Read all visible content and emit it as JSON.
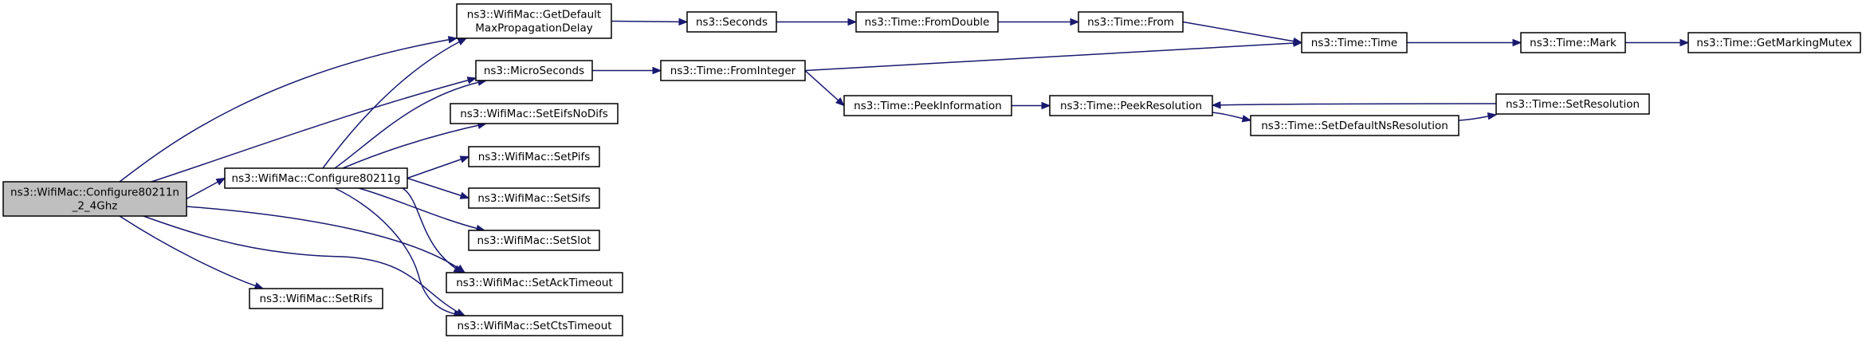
{
  "nodes": [
    {
      "id": "n_cfg11n",
      "lines": [
        "ns3::WifiMac::Configure80211n",
        "_2_4Ghz"
      ],
      "root": true
    },
    {
      "id": "n_cfg11g",
      "lines": [
        "ns3::WifiMac::Configure80211g"
      ]
    },
    {
      "id": "n_setrifs",
      "lines": [
        "ns3::WifiMac::SetRifs"
      ]
    },
    {
      "id": "n_getdef",
      "lines": [
        "ns3::WifiMac::GetDefault",
        "MaxPropagationDelay"
      ]
    },
    {
      "id": "n_micro",
      "lines": [
        "ns3::MicroSeconds"
      ]
    },
    {
      "id": "n_eifs",
      "lines": [
        "ns3::WifiMac::SetEifsNoDifs"
      ]
    },
    {
      "id": "n_pifs",
      "lines": [
        "ns3::WifiMac::SetPifs"
      ]
    },
    {
      "id": "n_sifs",
      "lines": [
        "ns3::WifiMac::SetSifs"
      ]
    },
    {
      "id": "n_slot",
      "lines": [
        "ns3::WifiMac::SetSlot"
      ]
    },
    {
      "id": "n_ack",
      "lines": [
        "ns3::WifiMac::SetAckTimeout"
      ]
    },
    {
      "id": "n_cts",
      "lines": [
        "ns3::WifiMac::SetCtsTimeout"
      ]
    },
    {
      "id": "n_seconds",
      "lines": [
        "ns3::Seconds"
      ]
    },
    {
      "id": "n_fromint",
      "lines": [
        "ns3::Time::FromInteger"
      ]
    },
    {
      "id": "n_fromdbl",
      "lines": [
        "ns3::Time::FromDouble"
      ]
    },
    {
      "id": "n_peekinfo",
      "lines": [
        "ns3::Time::PeekInformation"
      ]
    },
    {
      "id": "n_from",
      "lines": [
        "ns3::Time::From"
      ]
    },
    {
      "id": "n_peekres",
      "lines": [
        "ns3::Time::PeekResolution"
      ]
    },
    {
      "id": "n_setdefns",
      "lines": [
        "ns3::Time::SetDefaultNsResolution"
      ]
    },
    {
      "id": "n_time",
      "lines": [
        "ns3::Time::Time"
      ]
    },
    {
      "id": "n_mark",
      "lines": [
        "ns3::Time::Mark"
      ]
    },
    {
      "id": "n_setres",
      "lines": [
        "ns3::Time::SetResolution"
      ]
    },
    {
      "id": "n_mutex",
      "lines": [
        "ns3::Time::GetMarkingMutex"
      ]
    }
  ],
  "edges": [
    [
      "n_cfg11n",
      "n_getdef"
    ],
    [
      "n_cfg11n",
      "n_micro"
    ],
    [
      "n_cfg11n",
      "n_cfg11g"
    ],
    [
      "n_cfg11n",
      "n_ack"
    ],
    [
      "n_cfg11n",
      "n_cts"
    ],
    [
      "n_cfg11n",
      "n_setrifs"
    ],
    [
      "n_cfg11g",
      "n_getdef"
    ],
    [
      "n_cfg11g",
      "n_micro"
    ],
    [
      "n_cfg11g",
      "n_eifs"
    ],
    [
      "n_cfg11g",
      "n_pifs"
    ],
    [
      "n_cfg11g",
      "n_sifs"
    ],
    [
      "n_cfg11g",
      "n_slot"
    ],
    [
      "n_cfg11g",
      "n_ack"
    ],
    [
      "n_cfg11g",
      "n_cts"
    ],
    [
      "n_getdef",
      "n_seconds"
    ],
    [
      "n_seconds",
      "n_fromdbl"
    ],
    [
      "n_fromdbl",
      "n_from"
    ],
    [
      "n_from",
      "n_time"
    ],
    [
      "n_micro",
      "n_fromint"
    ],
    [
      "n_fromint",
      "n_time"
    ],
    [
      "n_fromint",
      "n_peekinfo"
    ],
    [
      "n_peekinfo",
      "n_peekres"
    ],
    [
      "n_peekres",
      "n_setdefns"
    ],
    [
      "n_setdefns",
      "n_setres"
    ],
    [
      "n_setres",
      "n_peekres"
    ],
    [
      "n_time",
      "n_mark"
    ],
    [
      "n_mark",
      "n_mutex"
    ]
  ],
  "colors": {
    "edge": "#191970",
    "root_fill": "#bfbfbf",
    "node_fill": "#ffffff",
    "node_stroke": "#000000"
  }
}
